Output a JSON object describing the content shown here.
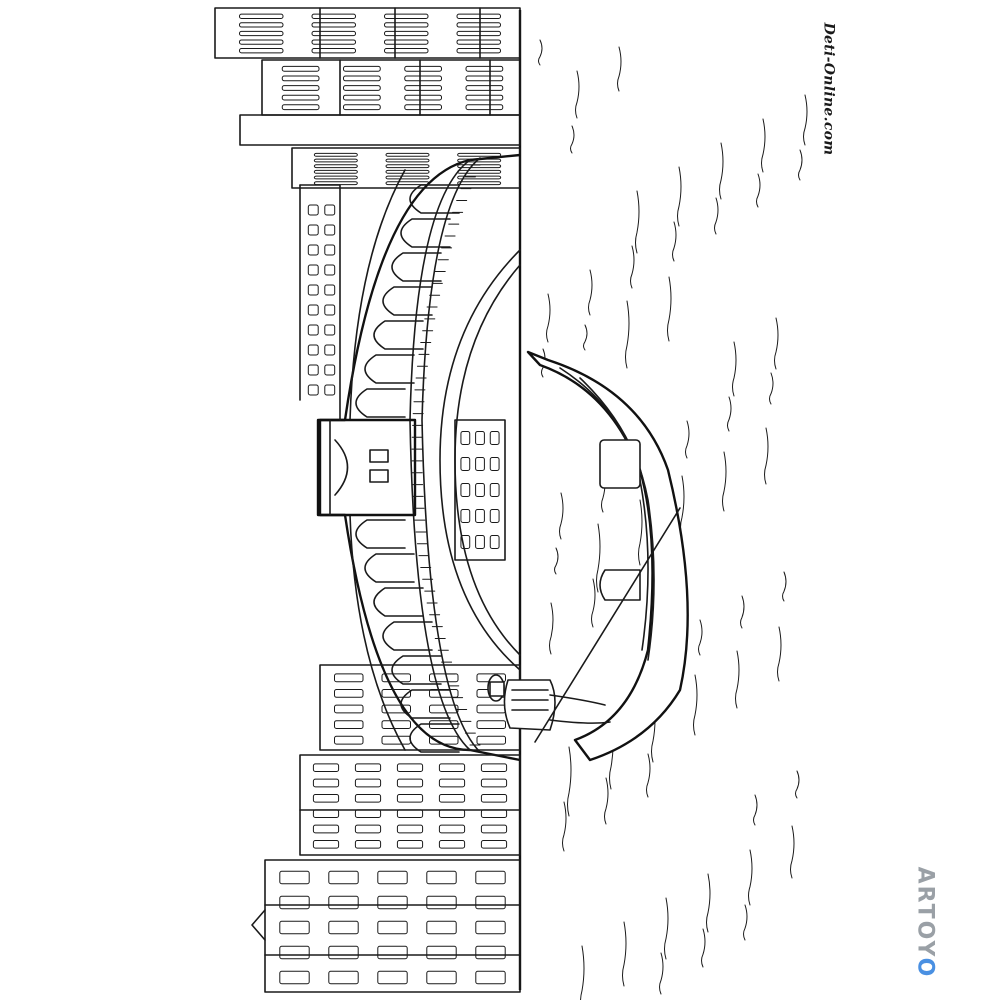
{
  "watermark": {
    "text": "Deti-Online.com"
  },
  "logo": {
    "text": "ARTOY",
    "accent_text": "O",
    "color": "#9aa0a6",
    "accent_color": "#4a90e2"
  },
  "colors": {
    "ink": "#1a1a1a",
    "paper": "#ffffff"
  }
}
